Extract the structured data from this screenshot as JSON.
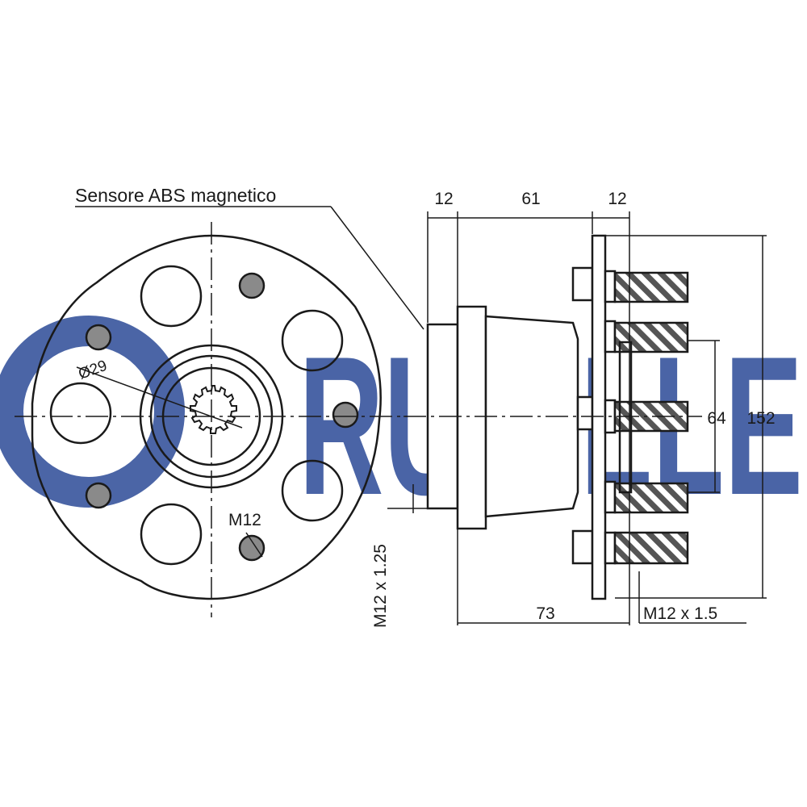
{
  "watermark": {
    "text": "RUVILLE",
    "color": "#2b4a97"
  },
  "labels": {
    "sensor": "Sensore ABS magnetico",
    "diameter": "Ø29",
    "hole_thread": "M12",
    "thread_left": "M12 x 1.25",
    "thread_right": "M12 x 1.5"
  },
  "dimensions": {
    "top_left": "12",
    "top_middle": "61",
    "top_right": "12",
    "bottom": "73",
    "inner_height": "64",
    "outer_height": "152"
  },
  "colors": {
    "line": "#1a1a1a",
    "stud_fill": "#777777",
    "bolt_fill": "#8a8a8a"
  }
}
